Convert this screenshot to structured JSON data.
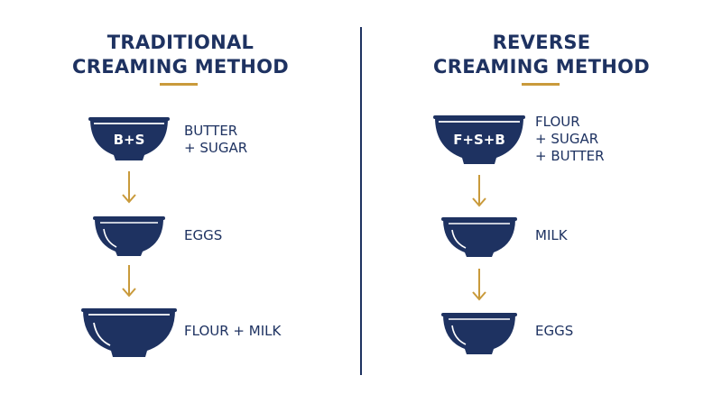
{
  "colors": {
    "navy": "#1e3261",
    "gold": "#c99a3b",
    "background": "#ffffff"
  },
  "left": {
    "title_line1": "TRADITIONAL",
    "title_line2": "CREAMING METHOD",
    "steps": [
      {
        "bowl_label": "B+S",
        "ingredient_line1": "BUTTER",
        "ingredient_line2": "+ SUGAR"
      },
      {
        "bowl_label": "",
        "ingredient_line1": "EGGS",
        "ingredient_line2": ""
      },
      {
        "bowl_label": "",
        "ingredient_line1": "FLOUR + MILK",
        "ingredient_line2": ""
      }
    ]
  },
  "right": {
    "title_line1": "REVERSE",
    "title_line2": "CREAMING METHOD",
    "steps": [
      {
        "bowl_label": "F+S+B",
        "ingredient_line1": "FLOUR",
        "ingredient_line2": "+ SUGAR",
        "ingredient_line3": "+ BUTTER"
      },
      {
        "bowl_label": "",
        "ingredient_line1": "MILK",
        "ingredient_line2": ""
      },
      {
        "bowl_label": "",
        "ingredient_line1": "EGGS",
        "ingredient_line2": ""
      }
    ]
  },
  "icons": {
    "bowl": "bowl-icon",
    "arrow": "arrow-down-icon"
  }
}
